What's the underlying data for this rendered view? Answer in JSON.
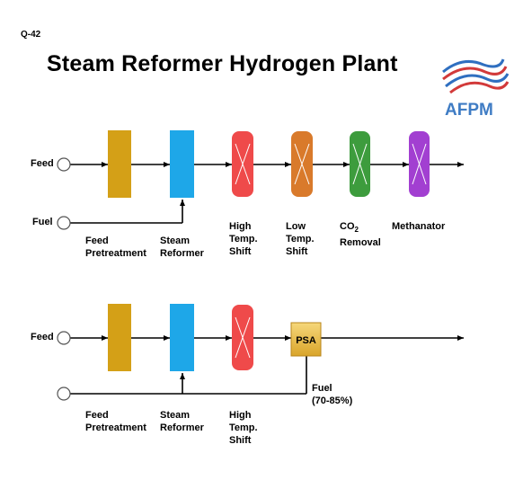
{
  "slide_code": "Q-42",
  "title": "Steam Reformer Hydrogen Plant",
  "logo": {
    "text": "AFPM",
    "colors": [
      "#2f6fc0",
      "#d23a3a"
    ]
  },
  "top_process": {
    "inputs": {
      "feed": "Feed",
      "fuel": "Fuel"
    },
    "units": [
      {
        "label": "Feed\nPretreatment",
        "color": "#d4a017"
      },
      {
        "label": "Steam\nReformer",
        "color": "#1ea7e8"
      },
      {
        "label": "High\nTemp.\nShift",
        "color": "#ef4a4a"
      },
      {
        "label": "Low\nTemp.\nShift",
        "color": "#d97a2b"
      },
      {
        "label_main": "CO",
        "label_sub": "2",
        "label_rest": "Removal",
        "color": "#3d9c3d"
      },
      {
        "label": "Methanator",
        "color": "#a23fd1"
      }
    ]
  },
  "bottom_process": {
    "inputs": {
      "feed": "Feed"
    },
    "units": [
      {
        "label": "Feed\nPretreatment",
        "color": "#d4a017"
      },
      {
        "label": "Steam\nReformer",
        "color": "#1ea7e8"
      },
      {
        "label": "High\nTemp.\nShift",
        "color": "#ef4a4a"
      },
      {
        "label": "PSA",
        "color": "#e8b83a"
      }
    ],
    "fuel_note": "Fuel\n(70-85%)"
  }
}
